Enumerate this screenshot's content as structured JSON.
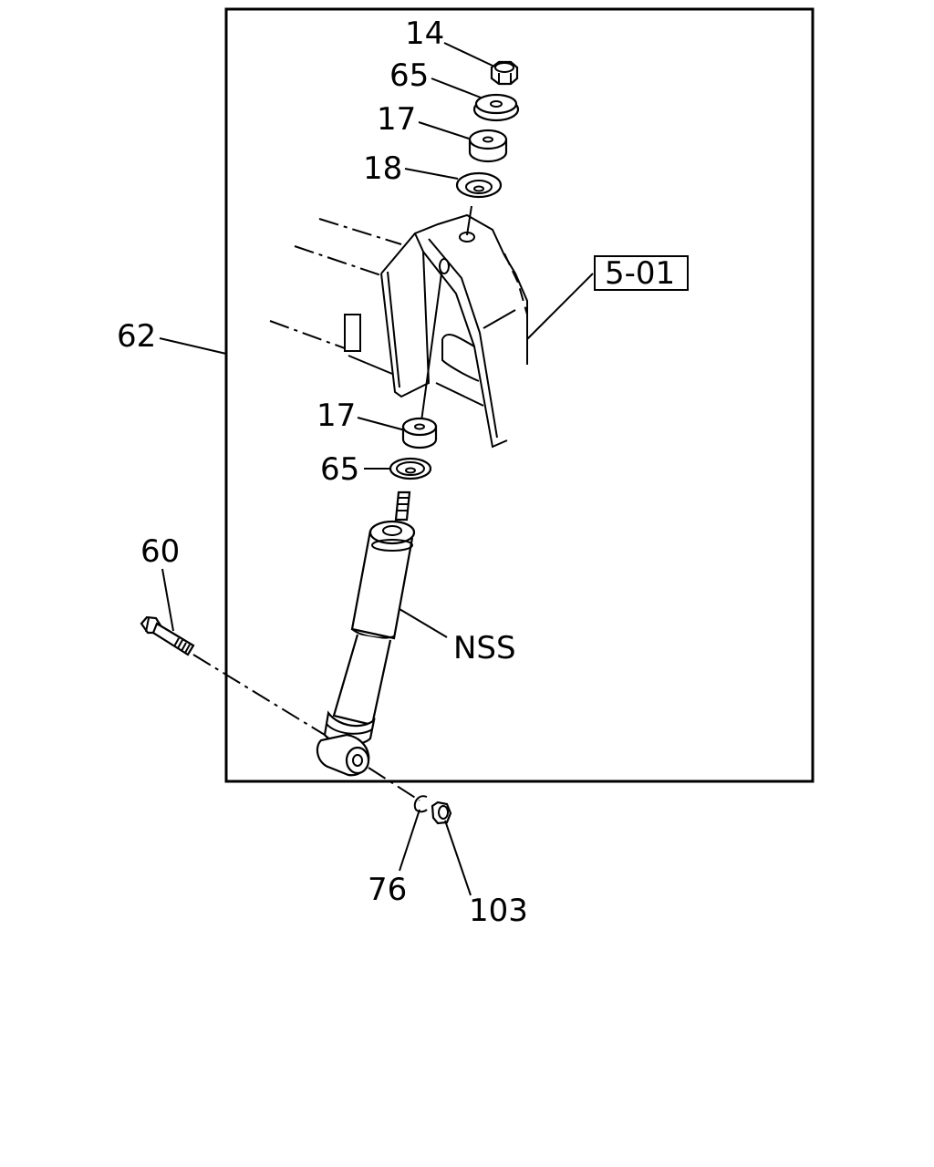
{
  "callouts": {
    "c14": "14",
    "c65_top": "65",
    "c17_top": "17",
    "c18": "18",
    "c5_01": "5-01",
    "c62": "62",
    "c17_bottom": "17",
    "c65_bottom": "65",
    "c60": "60",
    "cNSS": "NSS",
    "c76": "76",
    "c103": "103"
  }
}
